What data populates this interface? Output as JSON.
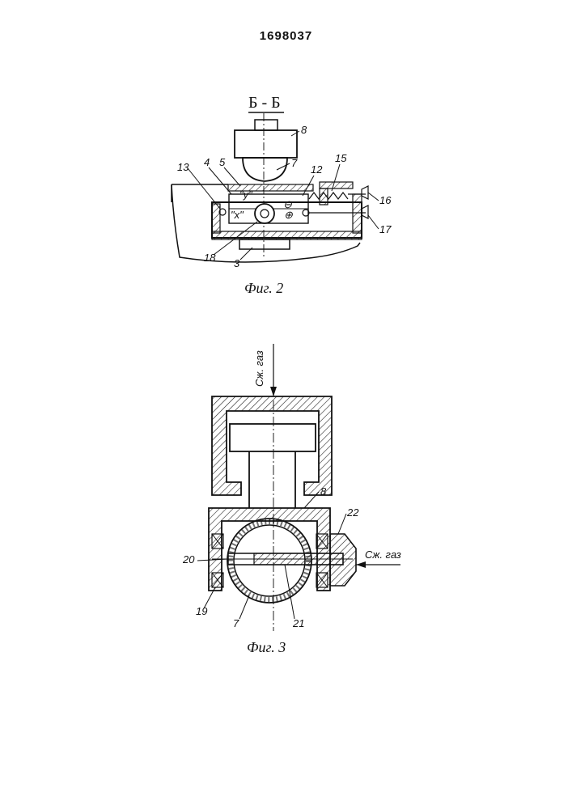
{
  "header": {
    "patent_number": "1698037"
  },
  "figure2": {
    "section_label": "Б - Б",
    "caption": "Фиг. 2",
    "axis_y_label": "\"у\"",
    "axis_x_label": "\"х\"",
    "minus_sign": "⊖",
    "plus_sign": "⊕",
    "callouts": [
      "13",
      "4",
      "5",
      "7",
      "8",
      "12",
      "15",
      "16",
      "17",
      "18",
      "3"
    ]
  },
  "figure3": {
    "caption": "Фиг. 3",
    "gas_label_top": "Сж. газ",
    "gas_label_side": "Сж. газ",
    "callouts": [
      "8",
      "22",
      "20",
      "19",
      "7",
      "21"
    ]
  }
}
